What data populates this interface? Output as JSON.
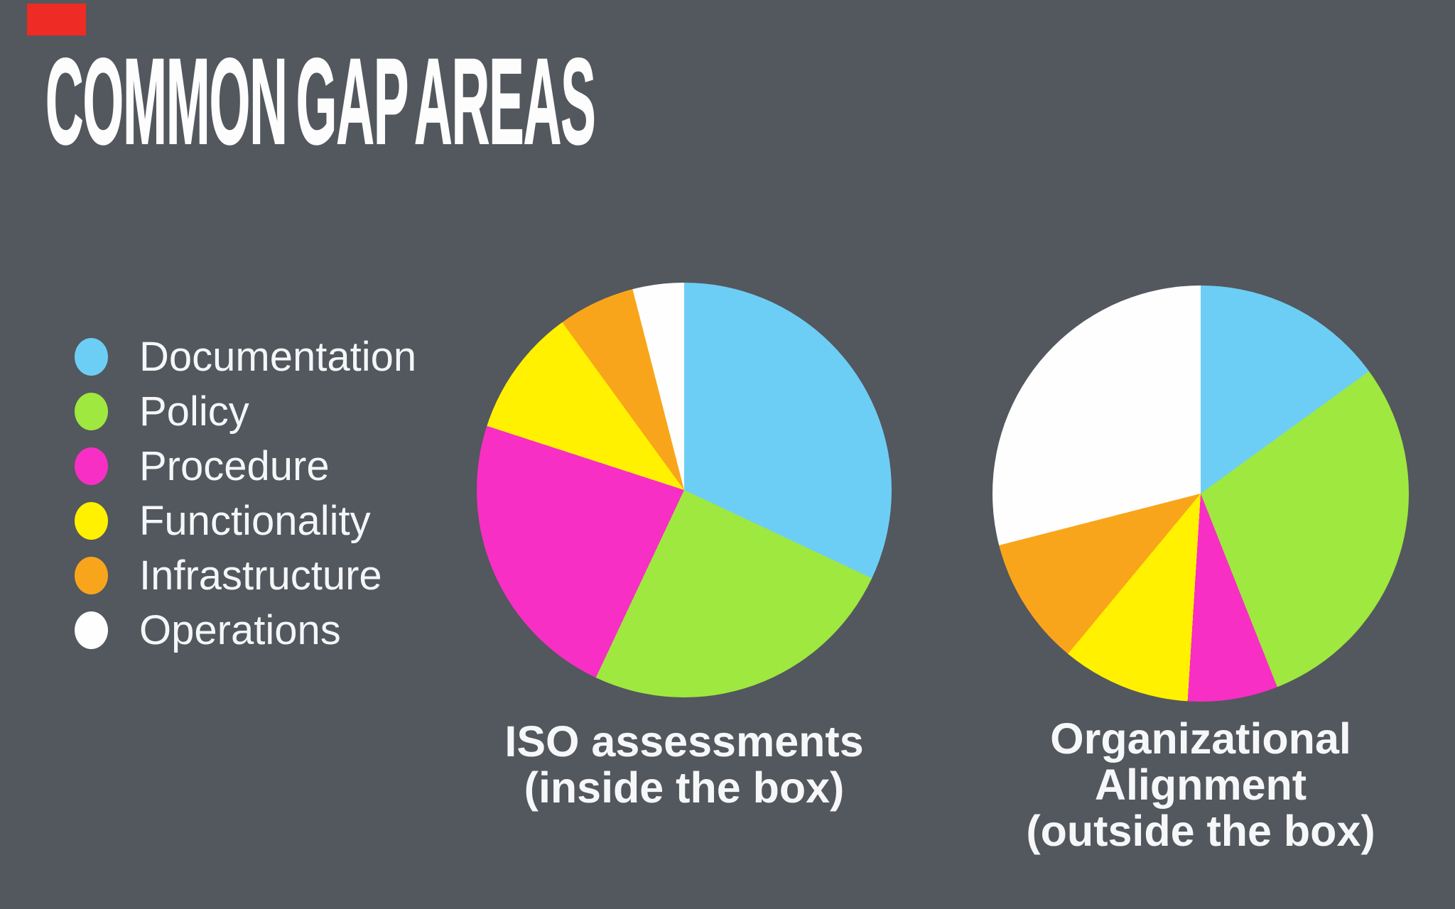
{
  "page": {
    "background_color": "#53575E",
    "corner_mark_color": "#EE2B24",
    "text_color": "#F4F6F7"
  },
  "title": "COMMON GAP AREAS",
  "legend": {
    "items": [
      {
        "label": "Documentation",
        "color": "#6DCEF5"
      },
      {
        "label": "Policy",
        "color": "#9FE83F"
      },
      {
        "label": "Procedure",
        "color": "#F72FC4"
      },
      {
        "label": "Functionality",
        "color": "#FFF100"
      },
      {
        "label": "Infrastructure",
        "color": "#F9A51B"
      },
      {
        "label": "Operations",
        "color": "#FEFEFE"
      }
    ]
  },
  "chart_data": [
    {
      "type": "pie",
      "title": "ISO assessments (inside the box)",
      "caption_lines": [
        "ISO assessments",
        "(inside the box)"
      ],
      "categories": [
        "Documentation",
        "Policy",
        "Procedure",
        "Functionality",
        "Infrastructure",
        "Operations"
      ],
      "values": [
        32,
        25,
        23,
        10,
        6,
        4
      ],
      "unit": "percent",
      "colors": [
        "#6DCEF5",
        "#9FE83F",
        "#F72FC4",
        "#FFF100",
        "#F9A51B",
        "#FEFEFE"
      ],
      "start_angle_deg": 0,
      "direction": "clockwise",
      "legend_position": "left",
      "labels_shown_on_slices": false
    },
    {
      "type": "pie",
      "title": "Organizational Alignment (outside the box)",
      "caption_lines": [
        "Organizational",
        "Alignment",
        "(outside the box)"
      ],
      "categories": [
        "Documentation",
        "Policy",
        "Procedure",
        "Functionality",
        "Infrastructure",
        "Operations"
      ],
      "values": [
        15,
        29,
        7,
        10,
        10,
        29
      ],
      "unit": "percent",
      "colors": [
        "#6DCEF5",
        "#9FE83F",
        "#F72FC4",
        "#FFF100",
        "#F9A51B",
        "#FEFEFE"
      ],
      "start_angle_deg": 0,
      "direction": "clockwise",
      "legend_position": "left",
      "labels_shown_on_slices": false
    }
  ]
}
